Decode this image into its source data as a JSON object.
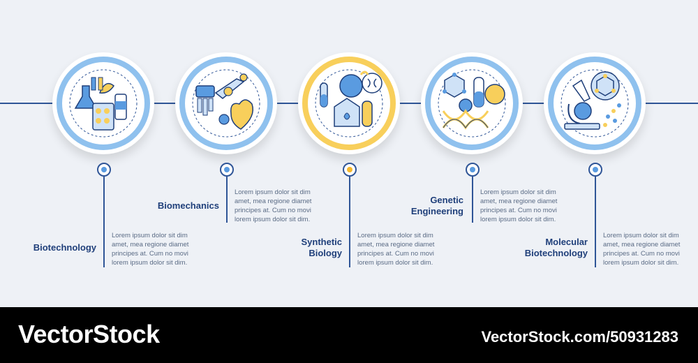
{
  "steps": [
    {
      "title_lines": [
        "Biotechnology"
      ],
      "desc_lines": [
        "Lorem ipsum dolor sit dim",
        "amet, mea regione diamet",
        "principes at. Cum no movi",
        "lorem ipsum dolor sit dim."
      ],
      "accent": "#8fc1ee",
      "icon": "biotechnology-icon"
    },
    {
      "title_lines": [
        "Biomechanics"
      ],
      "desc_lines": [
        "Lorem ipsum dolor sit dim",
        "amet, mea regione diamet",
        "principes at. Cum no movi",
        "lorem ipsum dolor sit dim."
      ],
      "accent": "#8fc1ee",
      "icon": "biomechanics-icon"
    },
    {
      "title_lines": [
        "Synthetic",
        "Biology"
      ],
      "desc_lines": [
        "Lorem ipsum dolor sit dim",
        "amet, mea regione diamet",
        "principes at. Cum no movi",
        "lorem ipsum dolor sit dim."
      ],
      "accent": "#f8cf5b",
      "icon": "synthetic-biology-icon"
    },
    {
      "title_lines": [
        "Genetic",
        "Engineering"
      ],
      "desc_lines": [
        "Lorem ipsum dolor sit dim",
        "amet, mea regione diamet",
        "principes at. Cum no movi",
        "lorem ipsum dolor sit dim."
      ],
      "accent": "#8fc1ee",
      "icon": "genetic-engineering-icon"
    },
    {
      "title_lines": [
        "Molecular",
        "Biotechnology"
      ],
      "desc_lines": [
        "Lorem ipsum dolor sit dim",
        "amet, mea regione diamet",
        "principes at. Cum no movi",
        "lorem ipsum dolor sit dim."
      ],
      "accent": "#8fc1ee",
      "icon": "molecular-biotechnology-icon"
    }
  ],
  "footer": {
    "brand": "VectorStock",
    "stock_id": "VectorStock.com/50931283"
  },
  "colors": {
    "line": "#2f5597",
    "blue_accent": "#8fc1ee",
    "yellow_accent": "#f8cf5b",
    "title_text": "#1f3f7a"
  }
}
